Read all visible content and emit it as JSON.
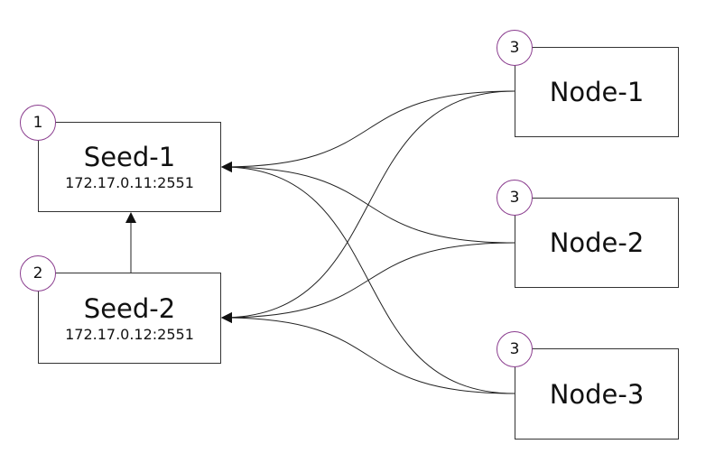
{
  "colors": {
    "badge_border": "#8a3c8e",
    "box_border": "#333333",
    "edge": "#222222"
  },
  "nodes": {
    "seed1": {
      "title": "Seed-1",
      "address": "172.17.0.11:2551",
      "badge": "1"
    },
    "seed2": {
      "title": "Seed-2",
      "address": "172.17.0.12:2551",
      "badge": "2"
    },
    "node1": {
      "title": "Node-1",
      "badge": "3"
    },
    "node2": {
      "title": "Node-2",
      "badge": "3"
    },
    "node3": {
      "title": "Node-3",
      "badge": "3"
    }
  },
  "edges": [
    {
      "from": "seed2",
      "to": "seed1"
    },
    {
      "from": "node1",
      "to": "seed1"
    },
    {
      "from": "node1",
      "to": "seed2"
    },
    {
      "from": "node2",
      "to": "seed1"
    },
    {
      "from": "node2",
      "to": "seed2"
    },
    {
      "from": "node3",
      "to": "seed1"
    },
    {
      "from": "node3",
      "to": "seed2"
    }
  ]
}
